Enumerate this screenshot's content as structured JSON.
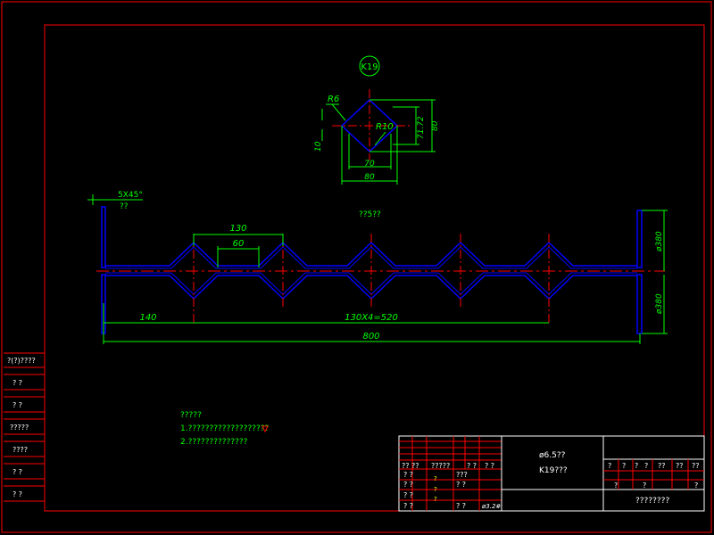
{
  "colors": {
    "background": "#000000",
    "border": "#ff0000",
    "frame": "#ffffff",
    "dimension": "#00ff00",
    "centerline": "#ff0000",
    "profile": "#0000ff",
    "text": "#00ff00",
    "title_block_lines": "#ff0000"
  },
  "detail": {
    "balloon": "K19",
    "r6": "R6",
    "r10": "R10",
    "dim_10": "10",
    "dim_71_72": "71.72",
    "dim_80_right": "80",
    "dim_70": "70",
    "dim_80_bottom": "80"
  },
  "main_view": {
    "chamfer_label": "5X45°",
    "chamfer_sub": "??",
    "view_note": "??5??",
    "dim_130": "130",
    "dim_60": "60",
    "dim_140": "140",
    "dim_130x4": "130X4=520",
    "dim_800": "800",
    "dia_top": "ø380",
    "dia_bottom": "ø380"
  },
  "notes": {
    "title": "?????",
    "line1": "1.???????????????????",
    "line2": "2.??????????????"
  },
  "left_strip": {
    "items": [
      "?(?)????",
      "?  ?",
      "?  ?",
      "?????",
      "????",
      "?  ?",
      "?  ?"
    ]
  },
  "title_block": {
    "header_row": [
      "?? ??",
      "?????",
      "?  ?",
      "?  ?"
    ],
    "sign_rows": [
      [
        "?  ?",
        "?",
        "???"
      ],
      [
        "?  ?",
        "?",
        "?  ?"
      ],
      [
        "?  ?",
        "?",
        ""
      ],
      [
        "?  ?",
        "?",
        "?  ?"
      ]
    ],
    "scale_label": "ø6.5??",
    "part_name": "K19???",
    "version": "ø3.2#",
    "company_header": [
      "?",
      "?",
      "?",
      "?",
      "??",
      "??",
      "??"
    ],
    "company_sub": [
      "?",
      "?",
      "?"
    ],
    "company_name": "????????"
  }
}
